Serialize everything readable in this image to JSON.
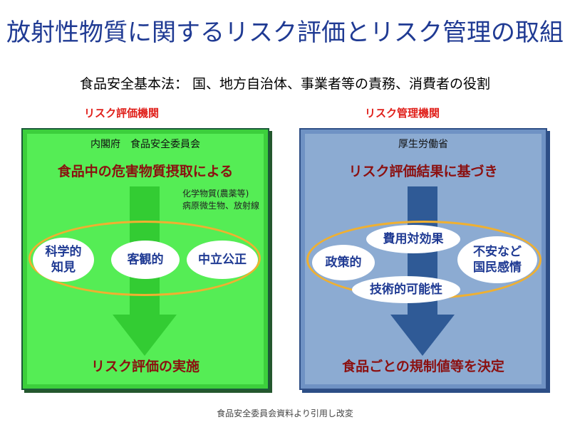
{
  "title": "放射性物質に関するリスク評価とリスク管理の取組",
  "subtitle": "食品安全基本法： 国、地方自治体、事業者等の責務、消費者の役割",
  "assessment": {
    "heading": "リスク評価機関",
    "agency": "内閣府　食品安全委員会",
    "top_text": "食品中の危害物質摂取による",
    "note_line1": "化学物質(農薬等)",
    "note_line2": "病原微生物、放射線",
    "items": [
      "科学的\n知見",
      "客観的",
      "中立公正"
    ],
    "bottom_text": "リスク評価の実施",
    "colors": {
      "panel": "#55ed55",
      "arrow": "#33cc33"
    }
  },
  "management": {
    "heading": "リスク管理機関",
    "agency": "厚生労働省",
    "top_text": "リスク評価結果に基づき",
    "items": [
      "費用対効果",
      "政策的",
      "不安など\n国民感情",
      "技術的可能性"
    ],
    "bottom_text": "食品ごとの規制値等を決定",
    "colors": {
      "panel": "#8cabd2",
      "arrow": "#2f5a96"
    }
  },
  "source": "食品安全委員会資料より引用し改変"
}
